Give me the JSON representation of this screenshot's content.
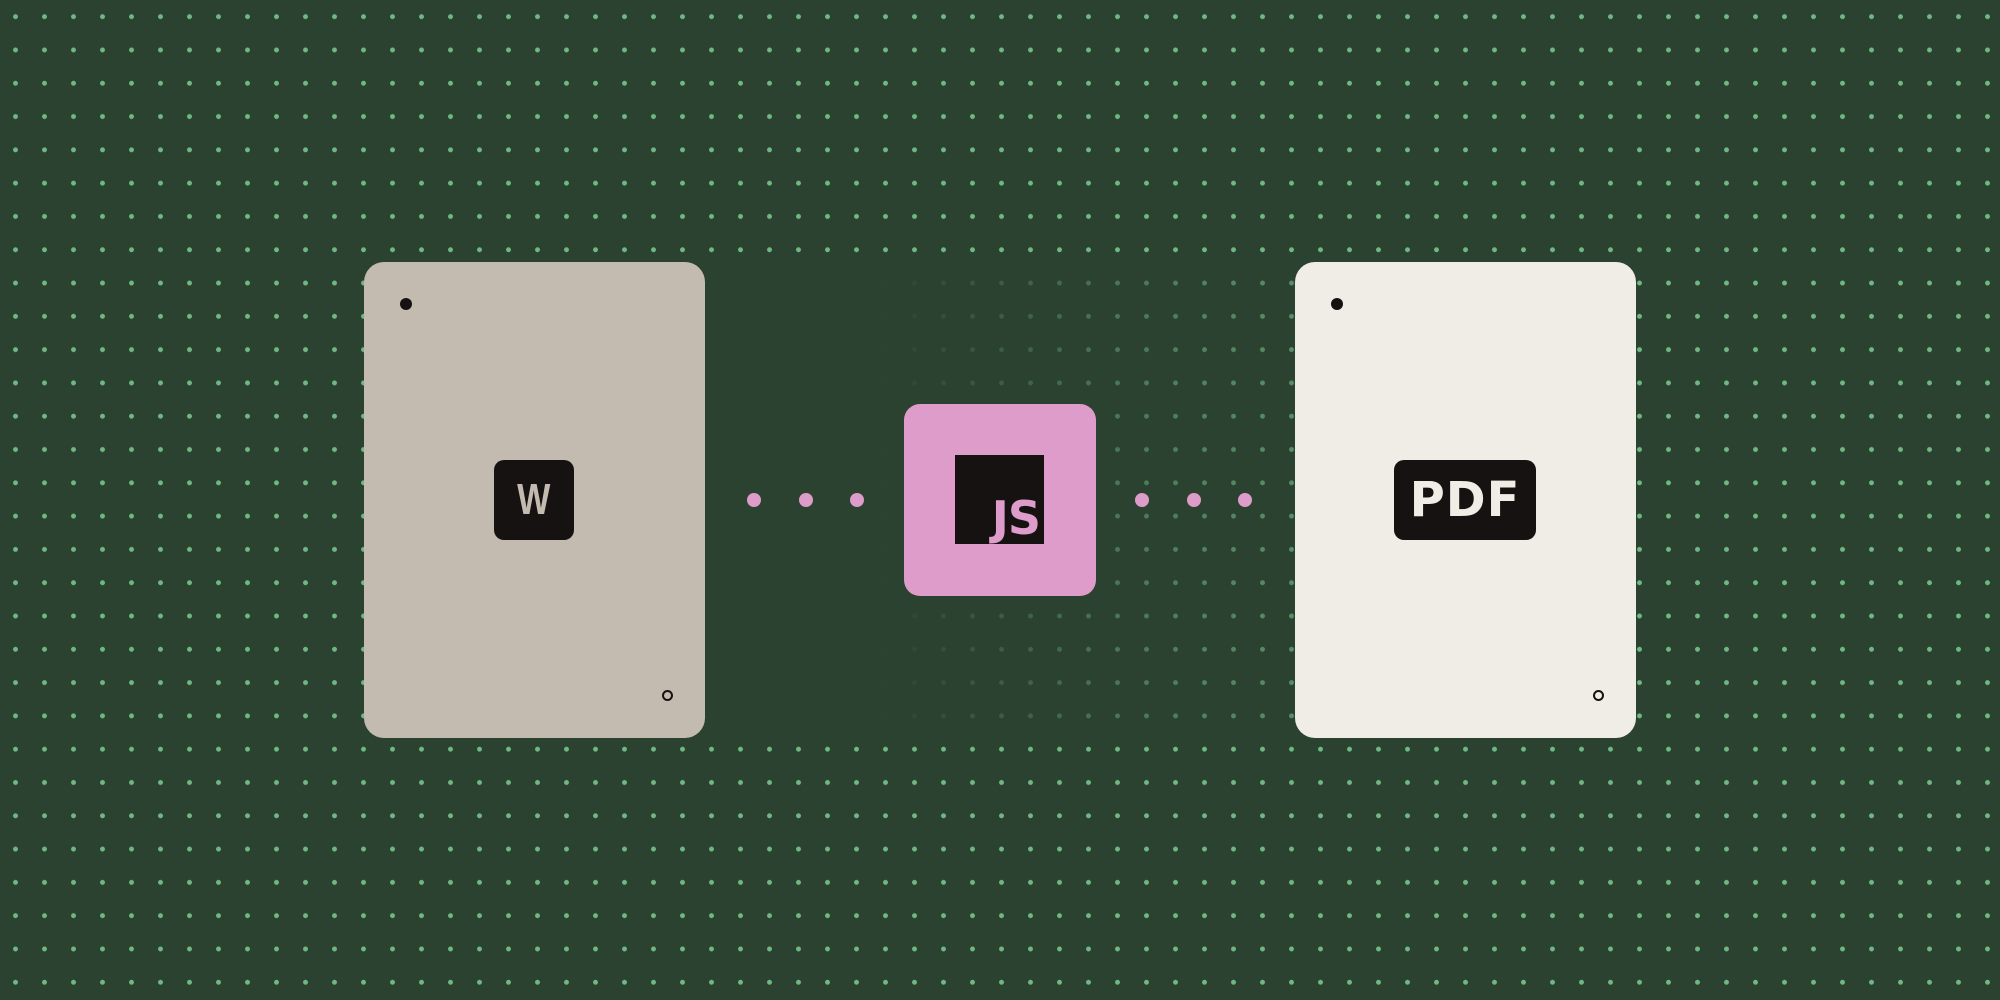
{
  "colors": {
    "background": "#2b4230",
    "grid_dot": "#6fb883",
    "word_card": "#c3bab0",
    "pdf_card": "#f0ede6",
    "js_tile": "#dd9cc9",
    "badge": "#171212"
  },
  "source_card": {
    "label": "W",
    "icon": "word-document-icon"
  },
  "converter": {
    "label": "JS",
    "icon": "javascript-icon"
  },
  "target_card": {
    "label": "PDF",
    "icon": "pdf-document-icon"
  },
  "connectors": {
    "left_dots": 3,
    "right_dots": 3
  }
}
